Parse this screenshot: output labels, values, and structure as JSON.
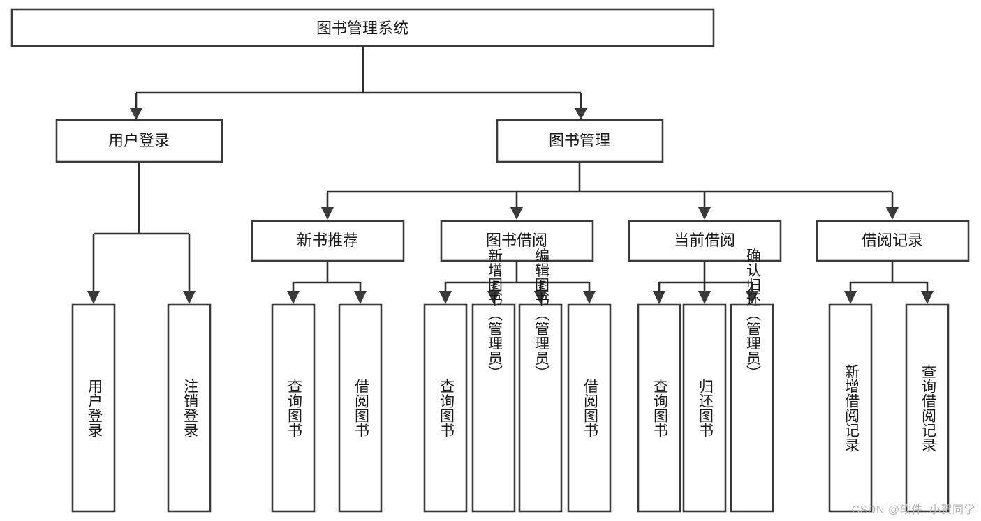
{
  "diagram": {
    "type": "tree-hierarchy",
    "title": "图书管理系统",
    "watermark": "CSDN @软件_小贺同学",
    "colors": {
      "box_stroke": "#3a3a3a",
      "box_fill": "#ffffff",
      "connector": "#2e2e2e",
      "text": "#1b1b1b",
      "watermark": "#b8b8b8",
      "background": "#ffffff"
    },
    "levels": {
      "level1": [
        {
          "id": "root",
          "label": "图书管理系统",
          "orientation": "horizontal"
        }
      ],
      "level2": [
        {
          "id": "user-login",
          "label": "用户登录",
          "orientation": "horizontal",
          "parent": "root"
        },
        {
          "id": "book-manage",
          "label": "图书管理",
          "orientation": "horizontal",
          "parent": "root"
        }
      ],
      "level3": [
        {
          "id": "new-book-rec",
          "label": "新书推荐",
          "orientation": "horizontal",
          "parent": "book-manage"
        },
        {
          "id": "book-borrow",
          "label": "图书借阅",
          "orientation": "horizontal",
          "parent": "book-manage"
        },
        {
          "id": "current-borrow",
          "label": "当前借阅",
          "orientation": "horizontal",
          "parent": "book-manage"
        },
        {
          "id": "borrow-record",
          "label": "借阅记录",
          "orientation": "horizontal",
          "parent": "book-manage"
        }
      ],
      "level4": [
        {
          "id": "leaf-user-login",
          "label": "用户登录",
          "orientation": "vertical",
          "parent": "user-login"
        },
        {
          "id": "leaf-logout",
          "label": "注销登录",
          "orientation": "vertical",
          "parent": "user-login"
        },
        {
          "id": "leaf-query-book-1",
          "label": "查询图书",
          "orientation": "vertical",
          "parent": "new-book-rec"
        },
        {
          "id": "leaf-borrow-book-1",
          "label": "借阅图书",
          "orientation": "vertical",
          "parent": "new-book-rec"
        },
        {
          "id": "leaf-query-book-2",
          "label": "查询图书",
          "orientation": "vertical",
          "parent": "book-borrow"
        },
        {
          "id": "leaf-add-book",
          "label": "新增图书（管理员）",
          "orientation": "vertical",
          "parent": "book-borrow"
        },
        {
          "id": "leaf-edit-book",
          "label": "编辑图书（管理员）",
          "orientation": "vertical",
          "parent": "book-borrow"
        },
        {
          "id": "leaf-borrow-book-2",
          "label": "借阅图书",
          "orientation": "vertical",
          "parent": "book-borrow"
        },
        {
          "id": "leaf-query-book-3",
          "label": "查询图书",
          "orientation": "vertical",
          "parent": "current-borrow"
        },
        {
          "id": "leaf-return-book",
          "label": "归还图书",
          "orientation": "vertical",
          "parent": "current-borrow"
        },
        {
          "id": "leaf-confirm-return",
          "label": "确认归还（管理员）",
          "orientation": "vertical",
          "parent": "current-borrow"
        },
        {
          "id": "leaf-add-record",
          "label": "新增借阅记录",
          "orientation": "vertical",
          "parent": "borrow-record"
        },
        {
          "id": "leaf-query-record",
          "label": "查询借阅记录",
          "orientation": "vertical",
          "parent": "borrow-record"
        }
      ]
    }
  }
}
